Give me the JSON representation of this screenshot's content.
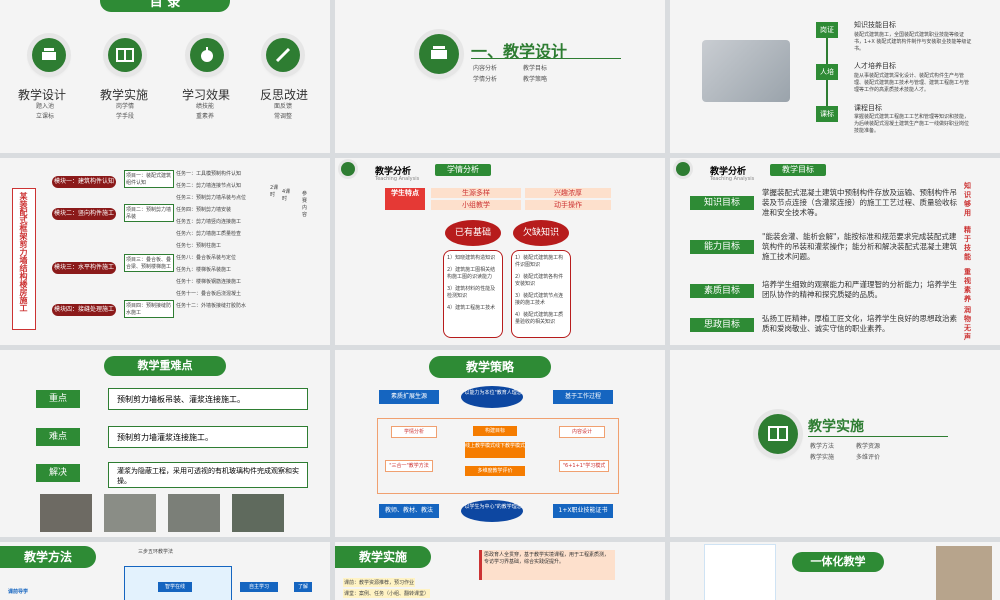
{
  "s1": {
    "title": "目 录",
    "items": [
      {
        "label": "教学设计",
        "subs": [
          "题入池",
          "立课标"
        ]
      },
      {
        "label": "教学实施",
        "subs": [
          "岗学情",
          "学手段"
        ]
      },
      {
        "label": "学习效果",
        "subs": [
          "绩技能",
          "重素养"
        ]
      },
      {
        "label": "反思改进",
        "subs": [
          "面反馈",
          "常调整"
        ]
      }
    ]
  },
  "s2": {
    "title": "一、教学设计",
    "bullets": [
      "内容分析",
      "教学目标",
      "学情分析",
      "教学策略"
    ]
  },
  "s3": {
    "nodes": [
      "岗证",
      "人培",
      "课标"
    ],
    "headings": [
      "知识技能目标",
      "人才培养目标",
      "课程目标"
    ],
    "texts": [
      "装配式建筑施工，全国装配式建筑职业技能等级证书，1+X 装配式建筑构件制作与安装职业技能等级证书。",
      "能从事装配式建筑深化设计、装配式构件生产与管理、装配式建筑施工技术与管理、建筑工程施工与管理等工作的高素质技术技能人才。",
      "掌握装配式建筑工程施工工艺和管理等知识和技能，为后续装配式混凝土建筑生产施工一线做好职业岗位技能准备。"
    ]
  },
  "s4": {
    "vertical_title": "某装配式框架剪力墙结构楼房施工",
    "modules": [
      "模块一：建筑构件认知",
      "模块二：竖向构件施工",
      "模块三：水平构件施工",
      "模块四：接缝处理施工"
    ],
    "projects": [
      "项目一：装配式建筑组件认知",
      "项目二：预制剪力墙吊装",
      "项目三：叠合板、叠合梁、预制楼梯施工",
      "项目四：预制接缝防水施工"
    ],
    "tasks": [
      "任务一：工具模预制构件认知",
      "任务二：剪力墙连接节点认知",
      "任务三：预制剪力墙吊装与点位",
      "任务四：预制剪力墙安装",
      "任务五：剪力墙竖向连接施工",
      "任务六：剪力墙施工质量检查",
      "任务七：预制柱施工",
      "任务八：叠合板吊装与定位",
      "任务九：楼梯板吊装施工",
      "任务十：楼梯板钢筋连接施工",
      "任务十一：叠合板后浇混凝土",
      "任务十二：外墙板接缝打胶防水"
    ],
    "right_labels": [
      "2课时",
      "4课时",
      "参赛内容"
    ]
  },
  "s5": {
    "title": "教学分析",
    "tab": "学情分析",
    "subtitle": "Teaching Analysis",
    "header_cells": [
      "学生特点",
      "生源多样",
      "兴趣浓厚",
      "小组教学",
      "动手操作"
    ],
    "left_title": "已有基础",
    "right_title": "欠缺知识",
    "left_items": [
      "1）知晓建筑构造知识",
      "2）建筑施工图相关结构施工图的识读能力",
      "3）建筑材料的性能及检测知识",
      "4）建筑工程施工技术"
    ],
    "right_items": [
      "1）装配式建筑施工构件识图知识",
      "2）装配式建筑各构件安装知识",
      "3）装配式建筑节点连接的施工技术",
      "4）装配式建筑施工质量验收的相关知识"
    ]
  },
  "s6": {
    "title": "教学分析",
    "tab": "教学目标",
    "subtitle": "Teaching Analysis",
    "rows": [
      {
        "label": "知识目标",
        "text": "掌握装配式混凝土建筑中预制构件存放及运输、预制构件吊装及节点连接（含灌浆连接）的施工工艺过程、质量验收标准和安全技术等。"
      },
      {
        "label": "能力目标",
        "text": "\"能装会灌、能析会解\"，能按标准和规范要求完成装配式建筑构件的吊装和灌浆操作；能分析和解决装配式混凝土建筑施工技术问题。"
      },
      {
        "label": "素质目标",
        "text": "培养学生细致的观察能力和严谨理智的分析能力；培养学生团队协作的精神和探究质疑的品质。"
      },
      {
        "label": "思政目标",
        "text": "弘扬工匠精神，厚植工匠文化，培养学生良好的思想政治素质和爱岗敬业、诚实守信的职业素养。"
      }
    ],
    "side_text": [
      "知识够用",
      "精于技能",
      "重视素养",
      "润物无声"
    ]
  },
  "s7": {
    "title": "教学重难点",
    "rows": [
      {
        "label": "重点",
        "text": "预制剪力墙板吊装、灌浆连接施工。"
      },
      {
        "label": "难点",
        "text": "预制剪力墙灌浆连接施工。"
      },
      {
        "label": "解决",
        "text": "灌浆为隐蔽工程，采用可透视的有机玻璃构件完成观察和实操。"
      }
    ]
  },
  "s8": {
    "title": "教学策略",
    "top": [
      "素质扩展生源",
      "\"以能力为本位\"教育人理念",
      "基于工作过程"
    ],
    "row2": [
      "学情分析",
      "构建目标",
      "内容设计"
    ],
    "center": [
      "线上教学模式线下教学模式",
      "多维度教学评价"
    ],
    "side": [
      "\"三合一\"教学方法",
      "\"6+1+1\"学习模式"
    ],
    "bottom": [
      "教师、教材、教法",
      "\"以学生为中心\"的教学理念",
      "1+X职业技能证书"
    ]
  },
  "s9": {
    "title": "教学实施",
    "bullets": [
      "教学方法",
      "教学资源",
      "教学实施",
      "多维评价"
    ]
  },
  "s10": {
    "title": "教学方法",
    "note": "三步五环教学法",
    "labels": [
      "课前导学",
      "智学在线",
      "自主学习",
      "了解"
    ]
  },
  "s11": {
    "title": "教学实施",
    "text": "思政育人全贯穿，基于教学实境课程，用于工程素质测，专访学习界基础，综合实践促提升。",
    "rows": [
      "课前：教学资源推荐，预习作业",
      "课堂：案例、任务（小组、翻转课堂）"
    ]
  },
  "s12": {
    "title": "一体化教学"
  }
}
